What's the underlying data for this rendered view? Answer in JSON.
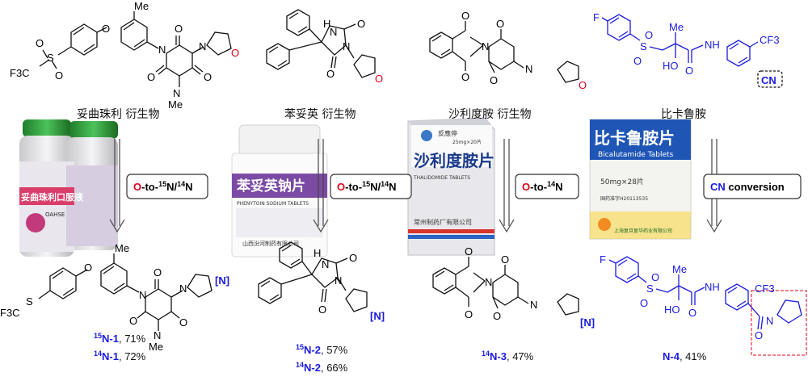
{
  "colors": {
    "blue": "#1a1adf",
    "red": "#e0001a",
    "black": "#111111"
  },
  "top_labels": [
    "妥曲珠利 衍生物",
    "苯妥英 衍生物",
    "沙利度胺 衍生物",
    "比卡鲁胺"
  ],
  "arrows": [
    {
      "prefix_red": "O",
      "text": "-to-",
      "iso1": "15",
      "n1": "N/",
      "iso2": "14",
      "n2": "N"
    },
    {
      "prefix_red": "O",
      "text": "-to-",
      "iso1": "15",
      "n1": "N/",
      "iso2": "14",
      "n2": "N"
    },
    {
      "prefix_red": "O",
      "text": "-to-",
      "iso1": "14",
      "n1": "N",
      "iso2": "",
      "n2": ""
    },
    {
      "blue": "CN",
      "text": " conversion"
    }
  ],
  "packages": [
    {
      "name": "妥曲珠利口服液",
      "sub": "OAHSE"
    },
    {
      "name": "苯妥英钠片",
      "sub": "PHENYTOIN SODIUM TABLETS",
      "maker": "山西汾河制药有限公司"
    },
    {
      "name": "沙利度胺片",
      "sub": "THALIDOMIDE TABLETS",
      "brand": "反應停",
      "dose": "25mg×20片",
      "maker": "常州制药厂有限公司"
    },
    {
      "name": "比卡鲁胺片",
      "sub": "Bicalutamide Tablets",
      "dose": "50mg×28片",
      "approval": "国药准字H20113535",
      "maker": "上海复旦复华药业有限公司"
    }
  ],
  "atoms": {
    "me": "Me",
    "f3c": "F3C",
    "cf3": "CF3",
    "f": "F",
    "s": "S",
    "o": "O",
    "n": "N",
    "nh": "NH",
    "ho": "HO",
    "h": "H",
    "n_br": "[N]",
    "cn": "CN",
    "n_ring": "N"
  },
  "yields": [
    {
      "iso": "15",
      "label": "N-1",
      "value": ", 71%"
    },
    {
      "iso": "14",
      "label": "N-1",
      "value": ", 72%"
    },
    {
      "iso": "15",
      "label": "N-2",
      "value": ", 57%"
    },
    {
      "iso": "14",
      "label": "N-2",
      "value": ", 66%"
    },
    {
      "iso": "14",
      "label": "N-3",
      "value": ", 47%"
    },
    {
      "iso": "",
      "label": "N-4",
      "value": ", 41%"
    }
  ]
}
